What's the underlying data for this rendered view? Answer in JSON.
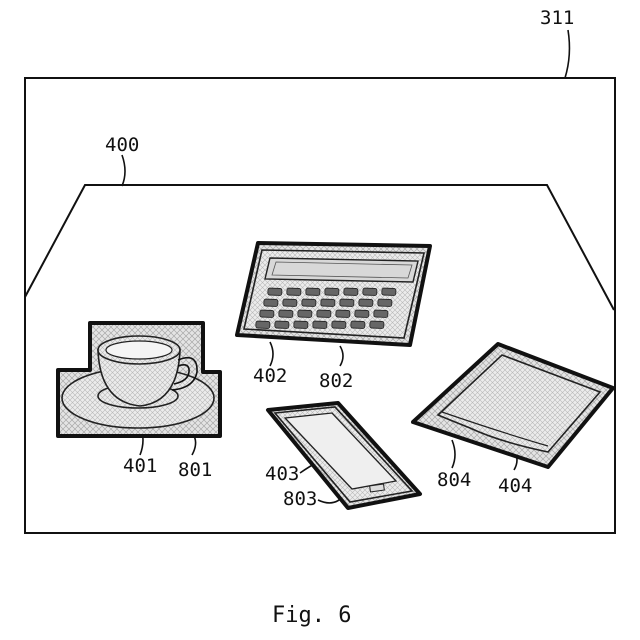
{
  "labels": {
    "l311": "311",
    "l400": "400",
    "l401": "401",
    "l801": "801",
    "l402": "402",
    "l802": "802",
    "l403": "403",
    "l803": "803",
    "l404": "404",
    "l804": "804"
  },
  "caption": "Fig. 6"
}
